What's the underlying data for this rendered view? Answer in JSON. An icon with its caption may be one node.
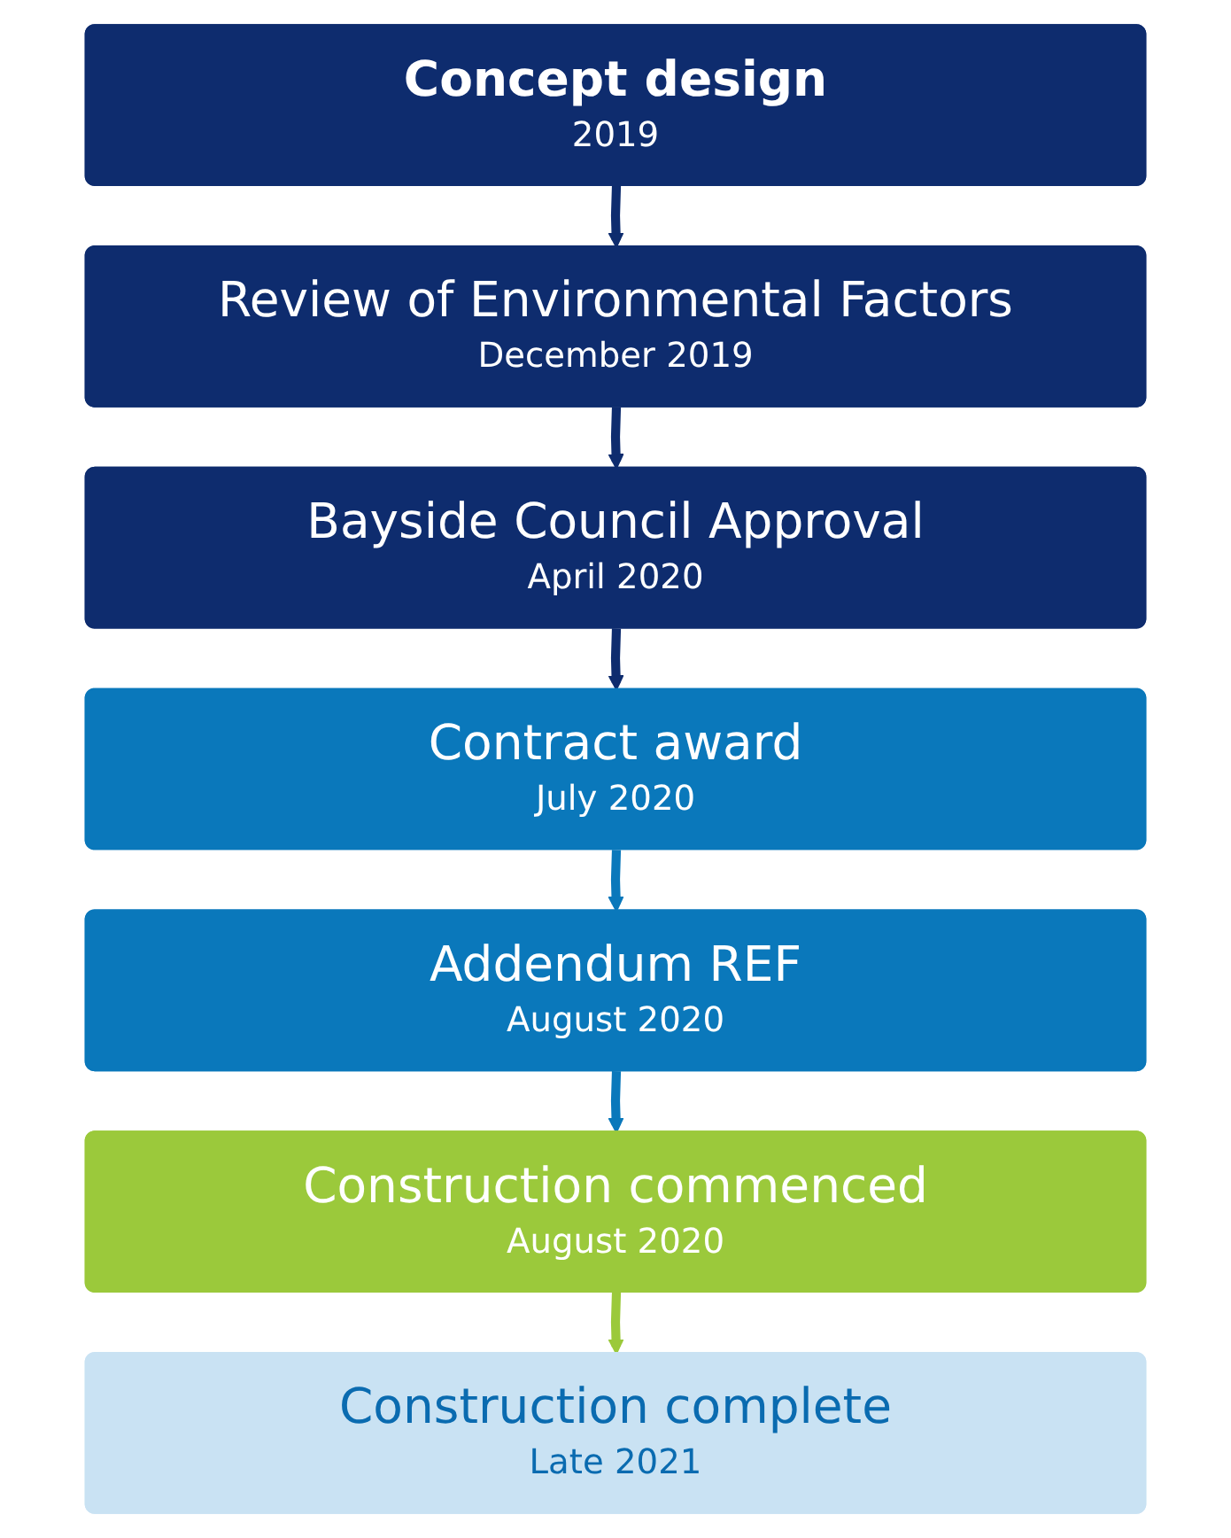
{
  "diagram": {
    "nodes": [
      {
        "text": [
          "Concept design",
          "2019"
        ]
      },
      {
        "text": [
          "Review of Environmental Factors",
          "December 2019"
        ]
      },
      {
        "text": [
          "Bayside Council Approval",
          "April 2020"
        ]
      },
      {
        "text": [
          "Contract award",
          "July 2020"
        ]
      },
      {
        "text": [
          "Addendum REF",
          "August 2020"
        ]
      },
      {
        "text": [
          "Construction commenced",
          "August 2020"
        ]
      },
      {
        "text": [
          "Construction complete",
          "Late 2021"
        ]
      }
    ],
    "edges": [
      {
        "from": 0,
        "to": 1,
        "arrow": "to"
      },
      {
        "from": 1,
        "to": 2,
        "arrow": "to"
      },
      {
        "from": 2,
        "to": 3,
        "arrow": "to"
      },
      {
        "from": 3,
        "to": 4,
        "arrow": "to",
        "color": "#0a78bb"
      },
      {
        "from": 4,
        "to": 5,
        "arrow": "to",
        "color": "#0a78bb"
      },
      {
        "from": 5,
        "to": 6,
        "arrow": "to",
        "color": "#9bc93b"
      }
    ]
  }
}
